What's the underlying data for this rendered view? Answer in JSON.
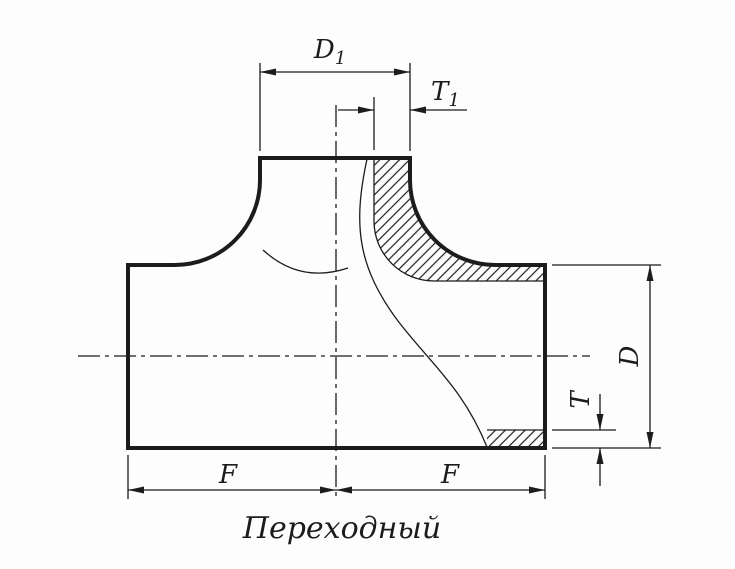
{
  "drawing": {
    "caption": "Переходный",
    "dimensions": {
      "d1": {
        "base": "D",
        "sub": "1"
      },
      "t1": {
        "base": "T",
        "sub": "1"
      },
      "d": "D",
      "t": "T",
      "f_left": "F",
      "f_right": "F"
    },
    "colors": {
      "line": "#1c1c1c",
      "background": "#fdfdfd"
    }
  }
}
